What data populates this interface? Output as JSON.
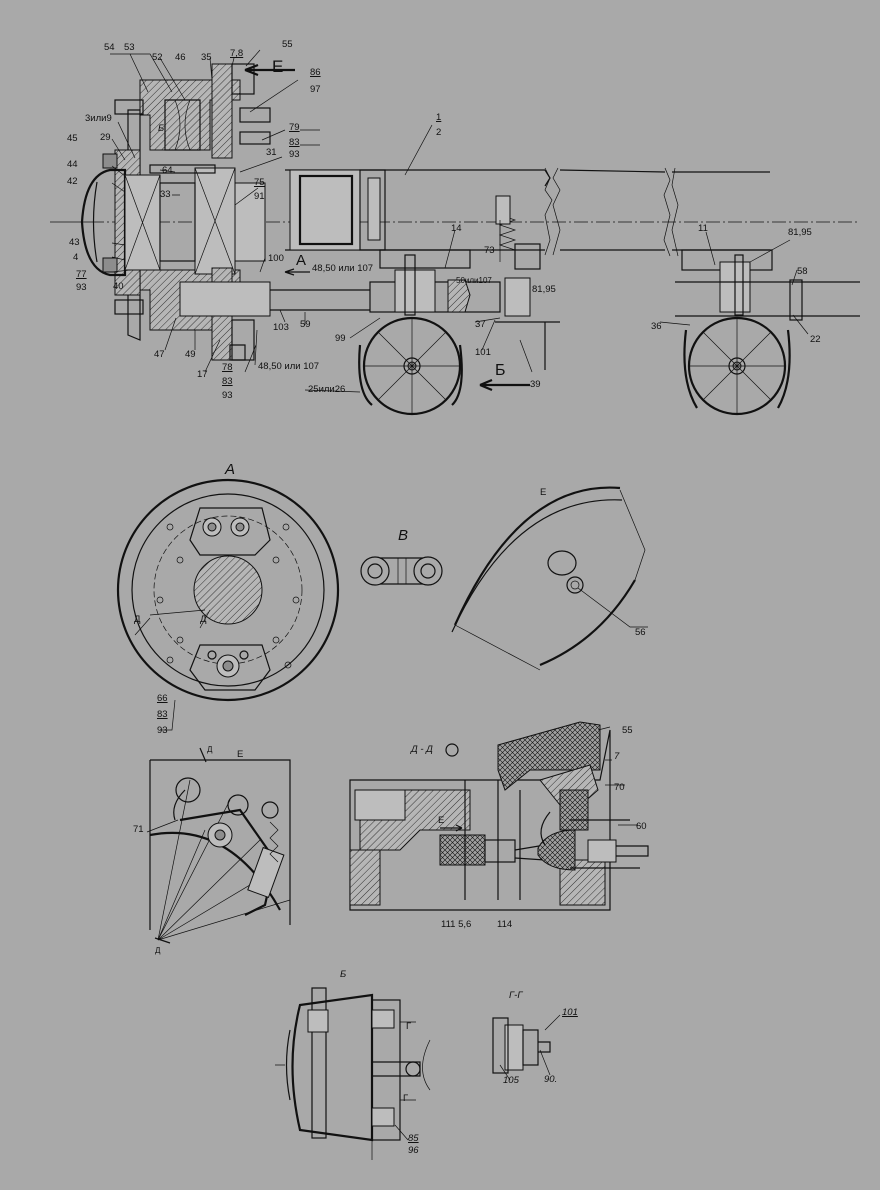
{
  "callouts": {
    "c54": "54",
    "c53": "53",
    "c52": "52",
    "c46": "46",
    "c35": "35",
    "c78a": "7,8",
    "c55": "55",
    "c86": "86",
    "c97": "97",
    "cE_top": "E",
    "c3ili9": "3или9",
    "c29": "29",
    "cB_small": "Б",
    "c79": "79",
    "c83a": "83",
    "c93a": "93",
    "c31": "31",
    "c45": "45",
    "c44": "44",
    "c42": "42",
    "c64": "64",
    "c33": "33",
    "c75": "75",
    "c91": "91",
    "c43": "43",
    "c4": "4",
    "c77": "77",
    "c93b": "93",
    "c40": "40",
    "c1": "1",
    "c2": "2",
    "c14": "14",
    "c73": "73",
    "c11": "11",
    "c8195a": "81,95",
    "c100": "100",
    "cA_top": "А",
    "c4850a": "48,50 или 107",
    "c50ili107": "50или107",
    "c8195b": "81,95",
    "c58": "58",
    "c103": "103",
    "c59": "59",
    "c99": "99",
    "c37": "37",
    "c36": "36",
    "c22": "22",
    "c47": "47",
    "c49": "49",
    "c17": "17",
    "c78": "78",
    "c83b": "83",
    "c93c": "93",
    "c4850b": "48,50 или 107",
    "c101": "101",
    "cB_arrow": "Б",
    "c39": "39",
    "c25ili26": "25или26",
    "vA": "А",
    "vV": "В",
    "vE1": "Е",
    "c66": "66",
    "c83c": "83",
    "c93d": "93",
    "cD1": "Д",
    "cD2": "Д",
    "c56": "56",
    "vE2": "Е",
    "c71": "71",
    "cD3": "Д",
    "cD4": "Д",
    "vDD": "Д - Д",
    "c55b": "55",
    "c7": "7",
    "c70": "70",
    "c60": "60",
    "cE_mid": "Е",
    "c111": "111 5,6",
    "c114": "114",
    "vB": "Б",
    "vGG": "Г-Г",
    "cG1": "Г",
    "cG2": "Г",
    "c85": "85",
    "c96": "96",
    "c101b": "101",
    "c105": "105",
    "c90": "90."
  },
  "colors": {
    "background": "#a9a9a9",
    "ink": "#111111"
  }
}
